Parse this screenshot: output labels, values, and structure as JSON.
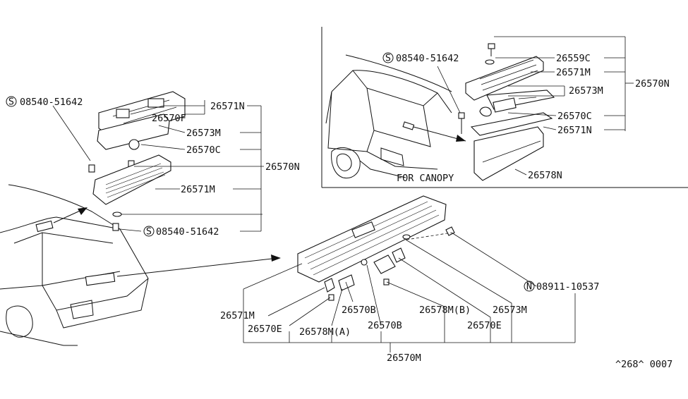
{
  "labels": {
    "tl_screw": "08540-51642",
    "tl_26571N": "26571N",
    "tl_26570F": "26570F",
    "tl_26573M": "26573M",
    "tl_26570C": "26570C",
    "tl_26570N": "26570N",
    "tl_26571M": "26571M",
    "tl_screw2": "08540-51642",
    "tr_screw": "08540-51642",
    "tr_26559C": "26559C",
    "tr_26571M": "26571M",
    "tr_26573M": "26573M",
    "tr_26570N": "26570N",
    "tr_26570C": "26570C",
    "tr_26571N": "26571N",
    "tr_26578N": "26578N",
    "for_canopy": "FOR CANOPY",
    "b_nut": "08911-10537",
    "b_26573M": "26573M",
    "b_26571M": "26571M",
    "b_26570B_1": "26570B",
    "b_26578MB": "26578M(B)",
    "b_26570E_1": "26570E",
    "b_26578MA": "26578M(A)",
    "b_26570B_2": "26570B",
    "b_26570E_2": "26570E",
    "b_26570M": "26570M",
    "code": "^268^ 0007"
  },
  "symbols": {
    "s": "S",
    "n": "N"
  }
}
